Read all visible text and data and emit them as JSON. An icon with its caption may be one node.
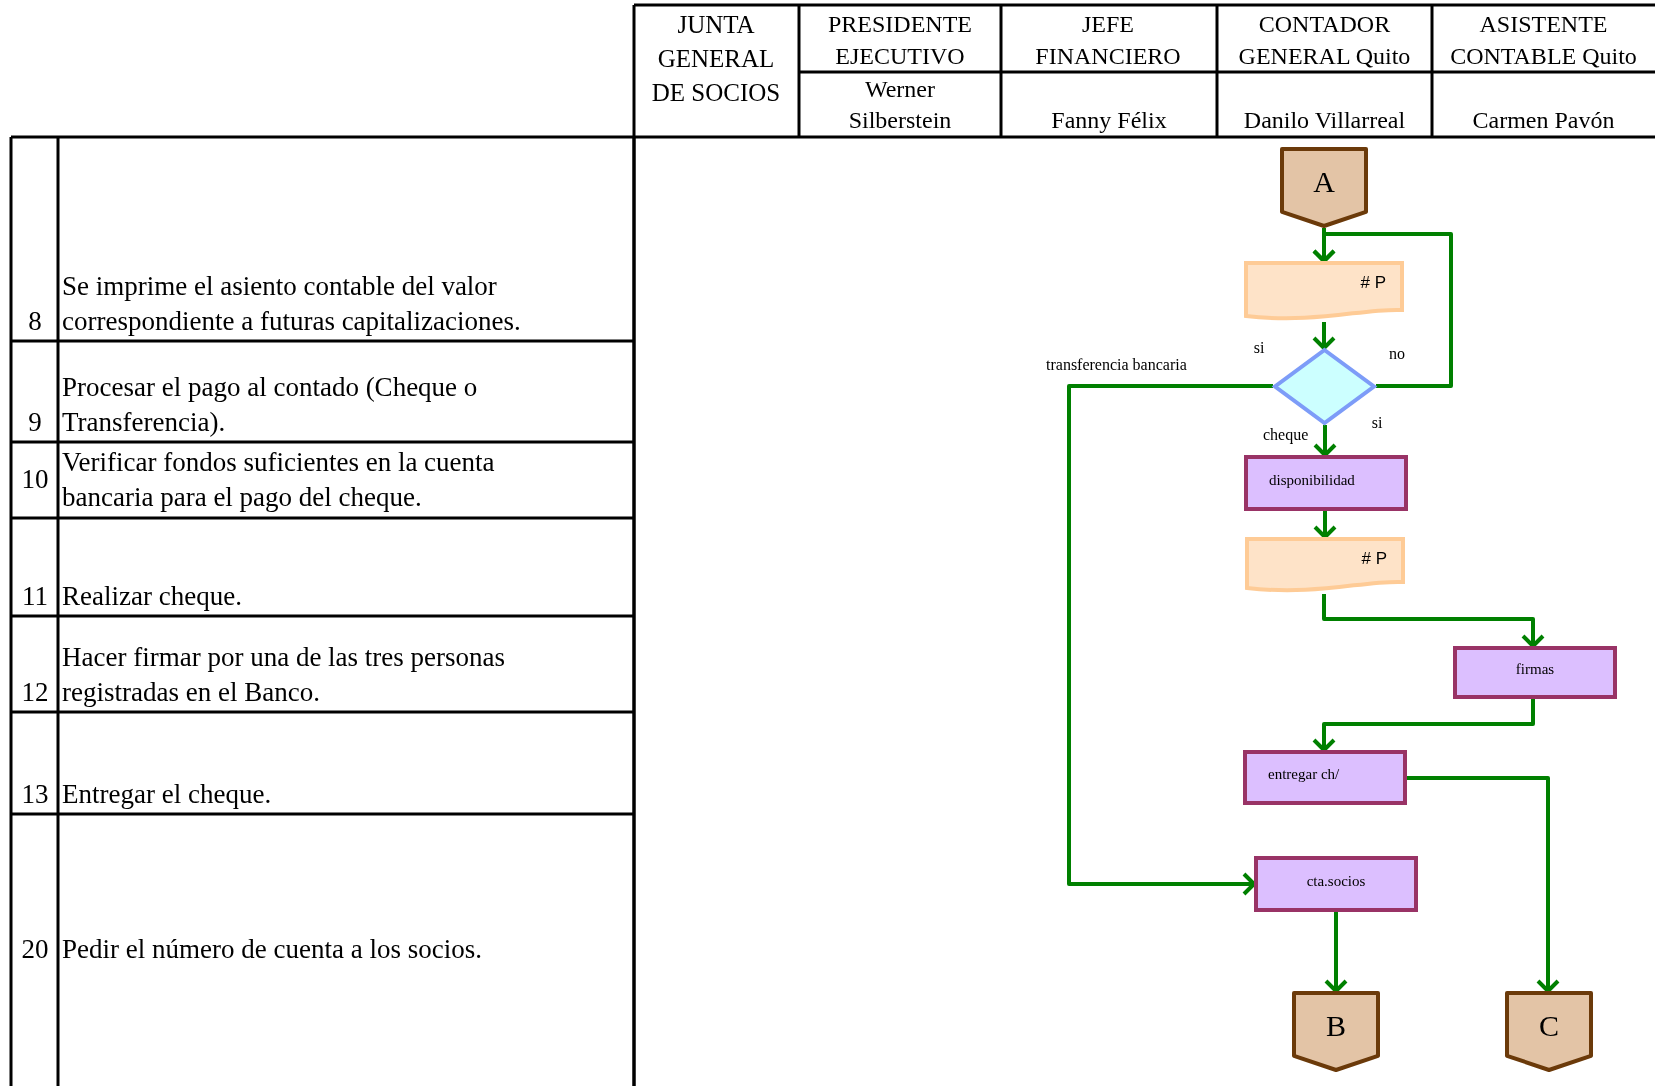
{
  "diagram": {
    "nodes": [
      {
        "text": [
          "A"
        ]
      },
      {
        "text": [
          "# P"
        ]
      },
      {
        "text": [],
        "shape": "diamond"
      },
      {
        "text": [
          "disponibilidad"
        ]
      },
      {
        "text": [
          "# P"
        ]
      },
      {
        "text": [
          "firmas"
        ]
      },
      {
        "text": [
          "entregar ch/"
        ]
      },
      {
        "text": [
          "cta.socios"
        ]
      },
      {
        "text": [
          "B"
        ]
      },
      {
        "text": [
          "C"
        ]
      }
    ],
    "edges": [
      {
        "from": 0,
        "to": 1,
        "arrow": "to"
      },
      {
        "from": 1,
        "to": 2,
        "arrow": "to"
      },
      {
        "from": 2,
        "to": 1,
        "arrow": "to",
        "label": "no"
      },
      {
        "from": 2,
        "to": 3,
        "arrow": "to",
        "label": "cheque"
      },
      {
        "from": 3,
        "to": 4,
        "arrow": "to"
      },
      {
        "from": 4,
        "to": 5,
        "arrow": "to"
      },
      {
        "from": 5,
        "to": 6,
        "arrow": "to"
      },
      {
        "from": 6,
        "to": 9,
        "arrow": "to"
      },
      {
        "from": 2,
        "to": 7,
        "arrow": "to",
        "label": "transferencia bancaria"
      },
      {
        "from": 7,
        "to": 8,
        "arrow": "to"
      }
    ],
    "labels": [
      "JUNTA GENERAL DE SOCIOS",
      "PRESIDENTE EJECUTIVO",
      "JEFE FINANCIERO",
      "CONTADOR GENERAL Quito",
      "ASISTENTE CONTABLE Quito",
      "Werner Silberstein",
      "Fanny Félix",
      "Danilo Villarreal",
      "Carmen Pavón",
      "8",
      "Se imprime el asiento contable del valor correspondiente a futuras capitalizaciones.",
      "9",
      "Procesar el pago al contado (Cheque o Transferencia).",
      "10",
      "Verificar fondos suficientes en la cuenta bancaria para el pago del cheque.",
      "11",
      "Realizar cheque.",
      "12",
      "Hacer firmar por una de las tres personas registradas en el Banco.",
      "13",
      "Entregar el cheque.",
      "20",
      "Pedir el número de cuenta a los socios.",
      "si",
      "si"
    ]
  }
}
